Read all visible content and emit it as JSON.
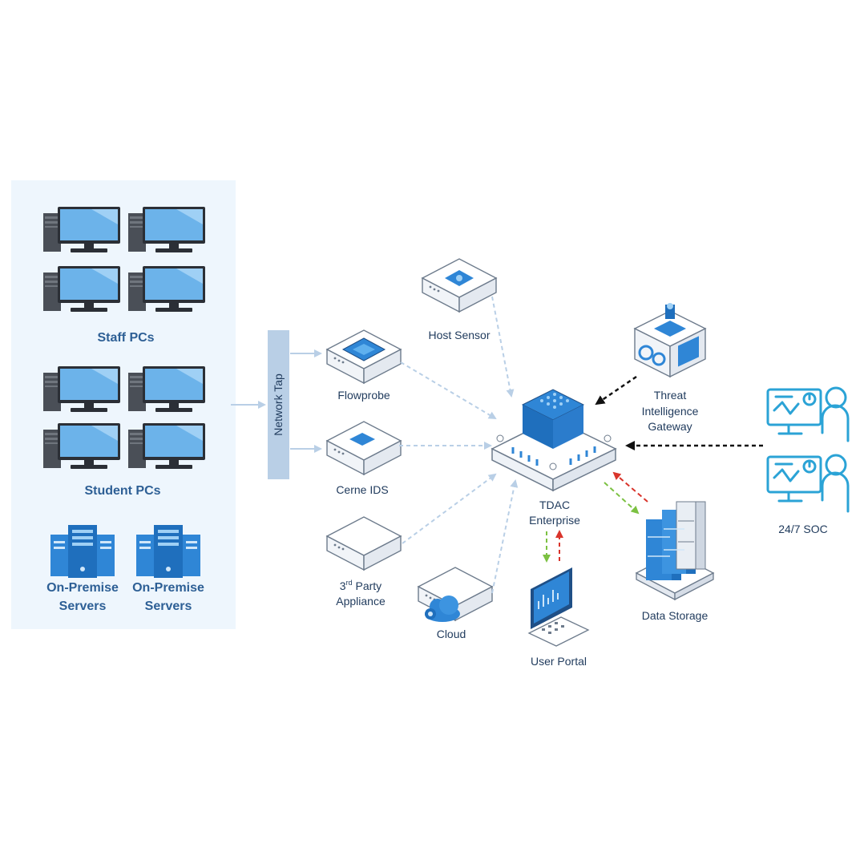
{
  "groups": {
    "staff_pcs": "Staff PCs",
    "student_pcs": "Student PCs",
    "servers": [
      {
        "line1": "On-Premise",
        "line2": "Servers"
      },
      {
        "line1": "On-Premise",
        "line2": "Servers"
      }
    ]
  },
  "network_tap": "Network Tap",
  "nodes": {
    "host_sensor": "Host Sensor",
    "flowprobe": "Flowprobe",
    "cerne_ids": "Cerne IDS",
    "third_party": {
      "prefix": "3",
      "sup": "rd",
      "rest": " Party",
      "line2": "Appliance"
    },
    "cloud": "Cloud",
    "tdac": {
      "line1": "TDAC",
      "line2": "Enterprise"
    },
    "user_portal": "User Portal",
    "threat_gateway": {
      "line1": "Threat",
      "line2": "Intelligence",
      "line3": "Gateway"
    },
    "data_storage": "Data Storage",
    "soc": "24/7 SOC"
  },
  "colors": {
    "panel_bg": "#eef6fd",
    "accent_blue": "#2f86d6",
    "dark_blue": "#1f4f86",
    "label_text": "#1f3a5c",
    "group_label": "#2d5f95",
    "dashed_light": "#b9cfe6",
    "dashed_black": "#111111",
    "dashed_red": "#d9342b",
    "dashed_green": "#7cc142",
    "soc_cyan": "#2ba3d6"
  },
  "icons": [
    "desktop-pc-icon",
    "server-tower-icon",
    "appliance-box-icon",
    "chip-icon",
    "cloud-icon",
    "tdac-core-icon",
    "portal-terminal-icon",
    "gateway-cube-icon",
    "storage-stack-icon",
    "analyst-dashboard-icon"
  ]
}
